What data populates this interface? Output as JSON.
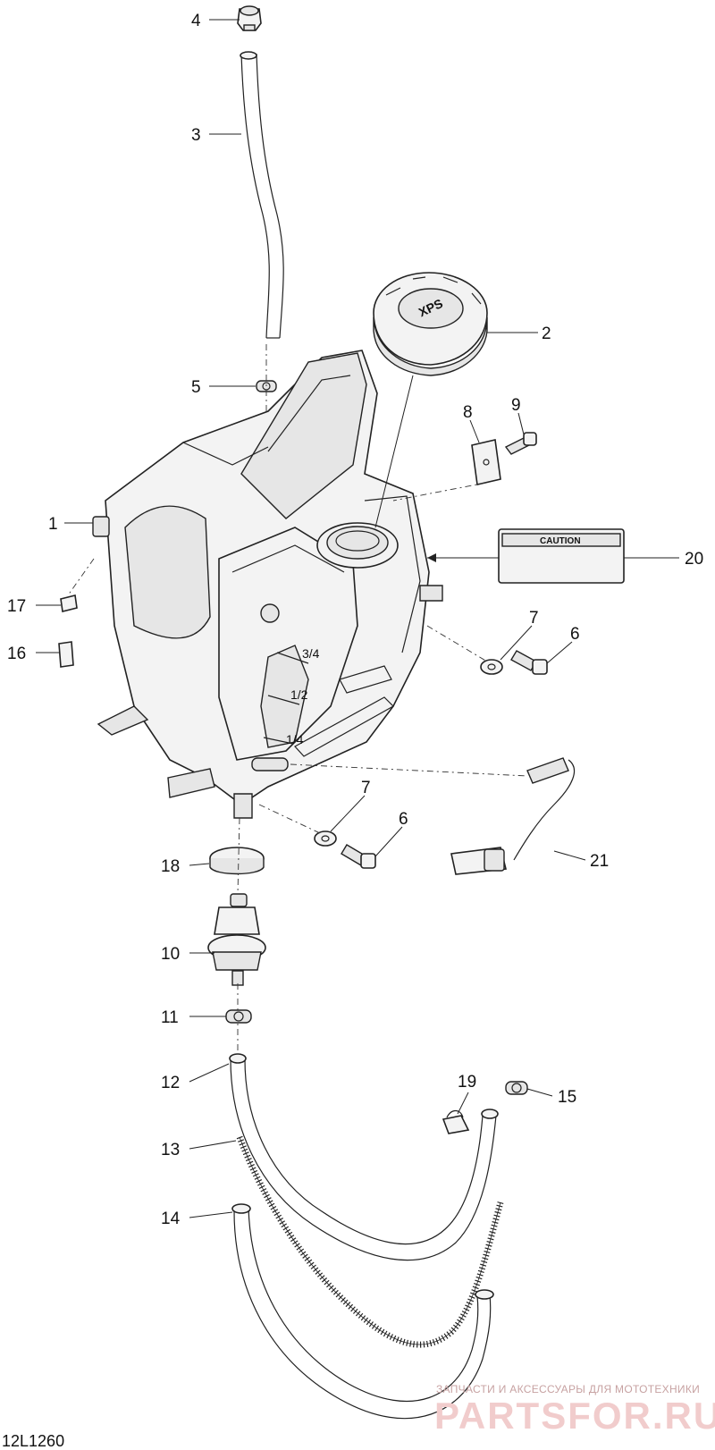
{
  "diagram": {
    "doc_id": "12L1260",
    "caution_label_text": "CAUTION",
    "cap_brand_text": "XPS",
    "watermark": {
      "line1": "ЗАПЧАСТИ И АКСЕССУАРЫ ДЛЯ МОТОТЕХНИКИ",
      "line2": "PARTSFOR.RU"
    },
    "callouts": [
      {
        "id": "c1",
        "text": "1"
      },
      {
        "id": "c2",
        "text": "2"
      },
      {
        "id": "c3",
        "text": "3"
      },
      {
        "id": "c4",
        "text": "4"
      },
      {
        "id": "c5",
        "text": "5"
      },
      {
        "id": "c6a",
        "text": "6"
      },
      {
        "id": "c6b",
        "text": "6"
      },
      {
        "id": "c7a",
        "text": "7"
      },
      {
        "id": "c7b",
        "text": "7"
      },
      {
        "id": "c8",
        "text": "8"
      },
      {
        "id": "c9",
        "text": "9"
      },
      {
        "id": "c10",
        "text": "10"
      },
      {
        "id": "c11",
        "text": "11"
      },
      {
        "id": "c12",
        "text": "12"
      },
      {
        "id": "c13",
        "text": "13"
      },
      {
        "id": "c14",
        "text": "14"
      },
      {
        "id": "c15",
        "text": "15"
      },
      {
        "id": "c16",
        "text": "16"
      },
      {
        "id": "c17",
        "text": "17"
      },
      {
        "id": "c18",
        "text": "18"
      },
      {
        "id": "c19",
        "text": "19"
      },
      {
        "id": "c20",
        "text": "20"
      },
      {
        "id": "c21",
        "text": "21"
      }
    ],
    "tank_level_marks": [
      "3/4",
      "1/2",
      "1/4"
    ]
  }
}
